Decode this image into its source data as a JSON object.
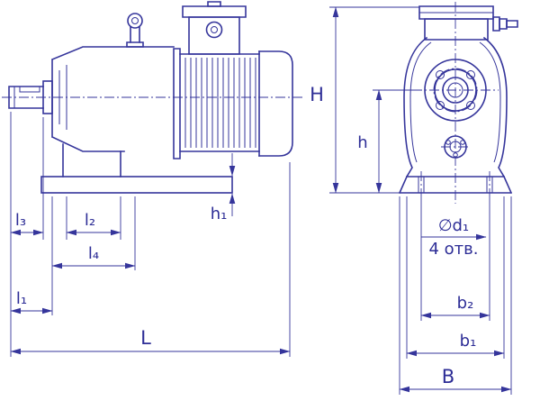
{
  "drawing": {
    "type": "gear-motor-dimension-drawing",
    "colors": {
      "ink": "#35359b",
      "background": "#ffffff"
    }
  },
  "labels": {
    "H": "H",
    "h": "h",
    "h1": "h₁",
    "l1": "l₁",
    "l2": "l₂",
    "l3": "l₃",
    "l4": "l₄",
    "L": "L",
    "d1": "∅d₁",
    "holes": "4 отв.",
    "b2": "b₂",
    "b1": "b₁",
    "B": "B"
  }
}
